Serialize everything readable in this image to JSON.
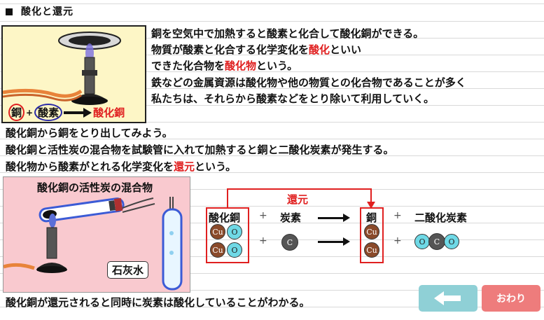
{
  "title": "酸化と還元",
  "intro": {
    "line1": "銅を空気中で加熱すると酸素と化合して酸化銅ができる。",
    "line2_pre": "物質が酸素と化合する化学変化を",
    "line2_term": "酸化",
    "line2_post": "といい",
    "line3_pre": "できた化合物を",
    "line3_term": "酸化物",
    "line3_post": "という。",
    "line4": "鉄などの金属資源は酸化物や他の物質との化合物であることが多く",
    "line5": "私たちは、それらから酸素などをとり除いて利用していく。"
  },
  "burner_equation": {
    "copper": "銅",
    "plus": "+",
    "oxygen": "酸素",
    "product": "酸化銅"
  },
  "body": {
    "line1": "酸化銅から銅をとり出してみよう。",
    "line2": "酸化銅と活性炭の混合物を試験管に入れて加熱すると銅と二酸化炭素が発生する。",
    "line3_pre": "酸化物から酸素がとれる化学変化を",
    "line3_term": "還元",
    "line3_post": "という。"
  },
  "lab": {
    "title": "酸化銅の活性炭の混合物",
    "limewater": "石灰水"
  },
  "reaction": {
    "reduction_label": "還元",
    "copper_oxide": "酸化銅",
    "carbon": "炭素",
    "copper": "銅",
    "carbon_dioxide": "二酸化炭素",
    "plus": "+",
    "atom_cu": "Cu",
    "atom_o": "O",
    "atom_c": "C"
  },
  "conclusion": "酸化銅が還元されると同時に炭素は酸化していることがわかる。",
  "buttons": {
    "end": "おわり"
  },
  "icons": {
    "back": "arrow-left-icon"
  },
  "colors": {
    "accent_red": "#e02020",
    "back_button": "#8fd0d6",
    "end_button": "#ee7c7c",
    "burner_panel": "#fdf6c6",
    "lab_panel": "#f9c9cf"
  }
}
